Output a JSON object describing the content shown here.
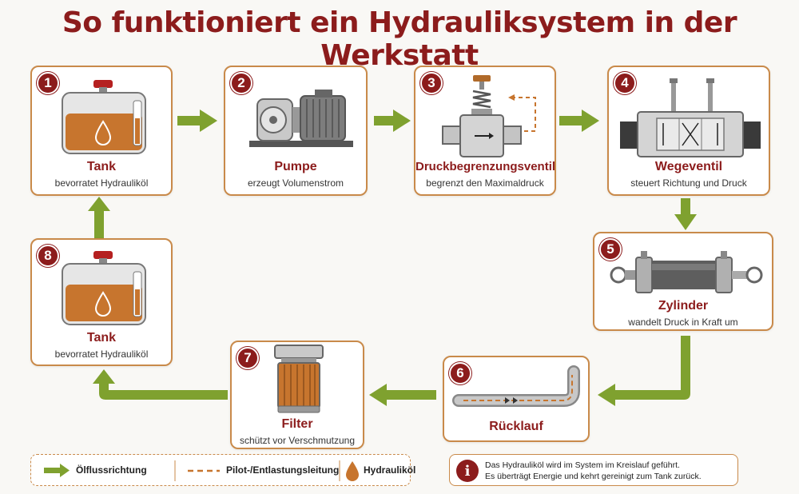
{
  "title": "So funktioniert ein Hydrauliksystem in der Werkstatt",
  "colors": {
    "accent": "#8c1c1c",
    "border": "#c98a4a",
    "flow_arrow": "#7fa12f",
    "oil": "#c7752e"
  },
  "steps": [
    {
      "number": "1",
      "name": "Tank",
      "desc": "bevorratet Hydrauliköl",
      "icon": "oil-tank-icon"
    },
    {
      "number": "2",
      "name": "Pumpe",
      "desc": "erzeugt Volumenstrom",
      "icon": "pump-icon"
    },
    {
      "number": "3",
      "name": "Druckbegrenzungsventil",
      "desc": "begrenzt den Maximaldruck",
      "icon": "pressure-relief-valve-icon"
    },
    {
      "number": "4",
      "name": "Wegeventil",
      "desc": "steuert Richtung und Druck",
      "icon": "directional-valve-icon"
    },
    {
      "number": "5",
      "name": "Zylinder",
      "desc": "wandelt Druck in Kraft um",
      "icon": "hydraulic-cylinder-icon"
    },
    {
      "number": "6",
      "name": "Rücklauf",
      "desc": "",
      "icon": "return-pipe-icon"
    },
    {
      "number": "7",
      "name": "Filter",
      "desc": "schützt vor Verschmutzung",
      "icon": "oil-filter-icon"
    },
    {
      "number": "8",
      "name": "Tank",
      "desc": "bevorratet Hydrauliköl",
      "icon": "oil-tank-icon"
    }
  ],
  "legend": {
    "flow": "Ölflussrichtung",
    "pilot": "Pilot-/Entlastungsleitung",
    "oil": "Hydrauliköl"
  },
  "info": {
    "line1": "Das Hydrauliköl wird im System im Kreislauf geführt.",
    "line2": "Es überträgt Energie und kehrt gereinigt zum Tank zurück."
  }
}
